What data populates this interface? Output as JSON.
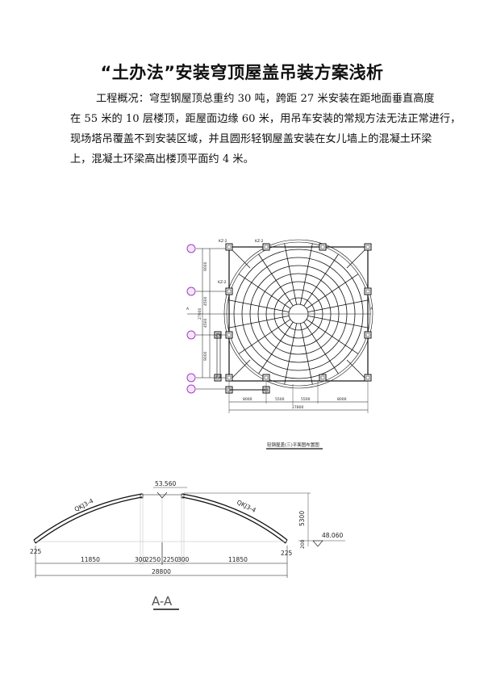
{
  "title": "“土办法”安装穹顶屋盖吊装方案浅析",
  "paragraph_lines": [
    "工程概况：穹型钢屋顶总重约 30 吨，跨距 27 米安装在距地面垂直高度",
    "在 55 米的 10 层楼顶，距屋面边缘 60 米，用吊车安装的常规方法无法正常进行，",
    "现场塔吊覆盖不到安装区域，并且圆形轻钢屋盖安装在女儿墙上的混凝土环梁",
    "上，混凝土环梁高出楼顶平面约 4 米。"
  ],
  "plan": {
    "caption": "轻钢屋盖(三)平面图布置图",
    "column_labels": [
      "KZ-2",
      "KZ-2",
      "KZ-2"
    ],
    "left_dims": [
      "9000",
      "4500",
      "4500",
      "9000"
    ],
    "left_total": "27000",
    "bottom_dims": [
      "8000",
      "5500",
      "5500",
      "8000"
    ],
    "bottom_total": "27800",
    "section_mark": "A"
  },
  "section": {
    "title": "A-A",
    "top_elevation": "53.560",
    "base_elevation": "48.060",
    "rise": "5300",
    "base_height": "200",
    "member_label": "QKJ3-4",
    "edge_dim": "225",
    "bottom_dims": [
      "11850",
      "300",
      "2250",
      "2250",
      "300",
      "11850"
    ],
    "total_span": "28800"
  },
  "colors": {
    "axis_bubble": "#a040c0",
    "line": "#111111"
  }
}
